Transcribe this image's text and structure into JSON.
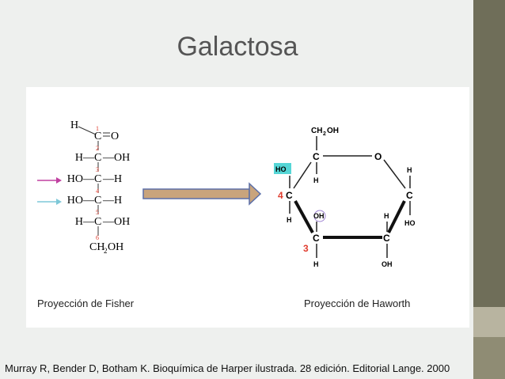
{
  "slide": {
    "title": "Galactosa",
    "citation": "Murray R, Bender D, Botham K. Bioquímica de Harper ilustrada. 28 edición. Editorial Lange. 2000"
  },
  "colors": {
    "sidebar_dark": "#6f6e59",
    "sidebar_light": "#b8b4a0",
    "sidebar_mid": "#8f8c74",
    "arrow_fill": "#c9a47c",
    "arrow_border": "#5b6fa8",
    "highlight_cyan": "#55d6d6",
    "number_red": "#e03c2e",
    "arrow_magenta": "#c040a0",
    "arrow_cyan": "#7ec8d8"
  },
  "fisher": {
    "caption": "Proyección de Fisher",
    "top_h": "H",
    "top_o": "O",
    "rows": [
      {
        "num": "1",
        "left": "",
        "center": "C",
        "right": ""
      },
      {
        "num": "2",
        "left": "H—",
        "center": "C",
        "right": "—OH"
      },
      {
        "num": "3",
        "left": "HO—",
        "center": "C",
        "right": "—H"
      },
      {
        "num": "4",
        "left": "HO—",
        "center": "C",
        "right": "—H"
      },
      {
        "num": "5",
        "left": "H—",
        "center": "C",
        "right": "—OH"
      }
    ],
    "bottom": "CH",
    "bottom_sub": "2",
    "bottom_tail": "OH",
    "bottom_num": "6"
  },
  "haworth": {
    "caption": "Proyección de Haworth",
    "ch2oh": "CH",
    "ch2oh_sub": "2",
    "ch2oh_tail": "OH",
    "ring_o": "O",
    "c": "C",
    "h": "H",
    "oh": "OH",
    "ho": "HO",
    "num4": "4",
    "num3": "3"
  }
}
